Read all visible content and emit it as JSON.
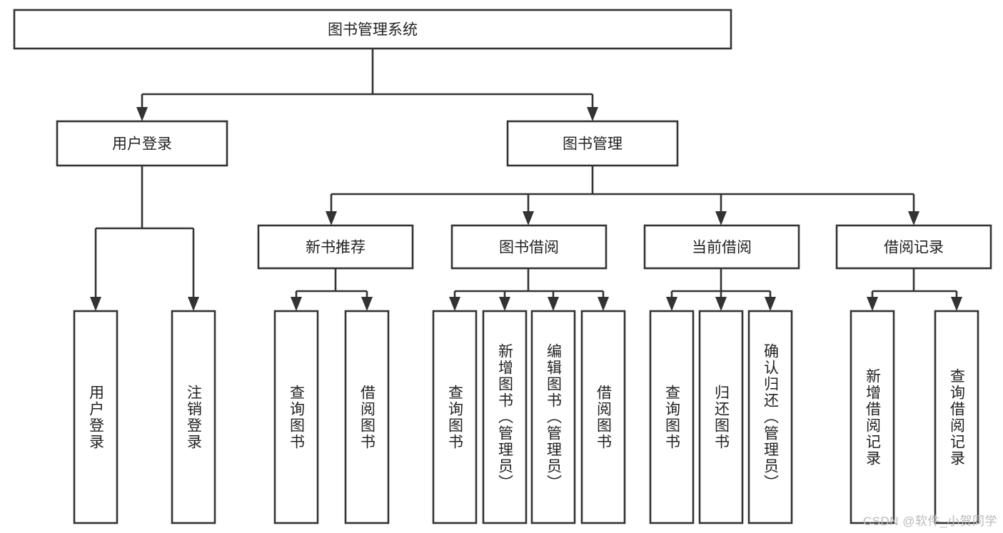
{
  "diagram": {
    "type": "hierarchy-tree",
    "title": "图书管理系统",
    "root": {
      "id": "root",
      "label": "图书管理系统"
    },
    "level2": [
      {
        "id": "user-login",
        "label": "用户登录"
      },
      {
        "id": "book-manage",
        "label": "图书管理"
      }
    ],
    "level3": [
      {
        "id": "new-book-rec",
        "label": "新书推荐",
        "parent": "book-manage"
      },
      {
        "id": "book-borrow",
        "label": "图书借阅",
        "parent": "book-manage"
      },
      {
        "id": "current-borrow",
        "label": "当前借阅",
        "parent": "book-manage"
      },
      {
        "id": "borrow-record",
        "label": "借阅记录",
        "parent": "book-manage"
      }
    ],
    "leaves": {
      "user_login": [
        {
          "id": "leaf-user-login",
          "label": "用户登录"
        },
        {
          "id": "leaf-logout",
          "label": "注销登录"
        }
      ],
      "new_book_rec": [
        {
          "id": "leaf-query-book-1",
          "label": "查询图书"
        },
        {
          "id": "leaf-borrow-book-1",
          "label": "借阅图书"
        }
      ],
      "book_borrow": [
        {
          "id": "leaf-query-book-2",
          "label": "查询图书"
        },
        {
          "id": "leaf-add-book",
          "label": "新增图书（管理员）"
        },
        {
          "id": "leaf-edit-book",
          "label": "编辑图书（管理员）"
        },
        {
          "id": "leaf-borrow-book-2",
          "label": "借阅图书"
        }
      ],
      "current_borrow": [
        {
          "id": "leaf-query-book-3",
          "label": "查询图书"
        },
        {
          "id": "leaf-return-book",
          "label": "归还图书"
        },
        {
          "id": "leaf-confirm-return",
          "label": "确认归还（管理员）"
        }
      ],
      "borrow_record": [
        {
          "id": "leaf-add-record",
          "label": "新增借阅记录"
        },
        {
          "id": "leaf-query-record",
          "label": "查询借阅记录"
        }
      ]
    }
  },
  "watermark": {
    "text": "CSDN @软件_小贺同学"
  },
  "colors": {
    "stroke": "#333333",
    "box_fill": "#ffffff",
    "text": "#222222",
    "watermark": "#b9b9b9",
    "background": "#ffffff"
  }
}
